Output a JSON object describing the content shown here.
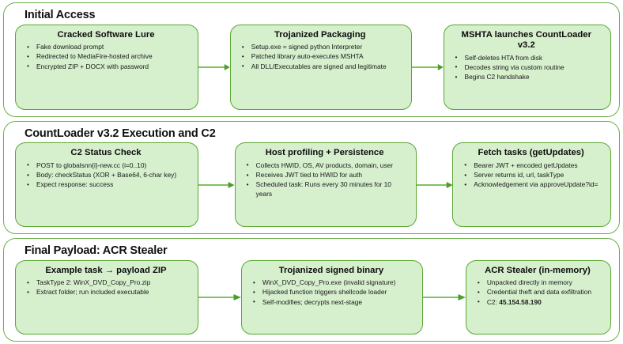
{
  "colors": {
    "node_fill": "#d6efcd",
    "node_border": "#5aa832",
    "section_border": "#6ab04c",
    "text": "#1a1a1a",
    "background": "#ffffff"
  },
  "sections": [
    {
      "title": "Initial Access",
      "nodes": [
        {
          "title": "Cracked Software Lure",
          "bullets": [
            "Fake download prompt",
            "Redirected to MediaFire-hosted archive",
            "Encrypted ZIP + DOCX with password"
          ]
        },
        {
          "title": "Trojanized Packaging",
          "bullets": [
            "Setup.exe = signed python Interpreter",
            "Patched library auto-executes MSHTA",
            "All DLL/Executables are signed and legitimate"
          ]
        },
        {
          "title": "MSHTA launches CountLoader v3.2",
          "bullets": [
            "Self-deletes HTA from disk",
            "Decodes string via custom routine",
            "Begins C2 handshake"
          ]
        }
      ]
    },
    {
      "title": "CountLoader v3.2 Execution and C2",
      "nodes": [
        {
          "title": "C2 Status Check",
          "bullets": [
            "POST to globalsnn{i}-new.cc (i=0..10)",
            "Body: checkStatus (XOR + Base64, 6-char key)",
            "Expect response: success"
          ]
        },
        {
          "title": "Host profiling + Persistence",
          "bullets": [
            "Collects HWID, OS, AV products, domain, user",
            "Receives JWT tied to HWID for auth",
            "Scheduled task: Runs every 30 minutes for 10 years"
          ]
        },
        {
          "title": "Fetch tasks (getUpdates)",
          "bullets": [
            "Bearer JWT + encoded getUpdates",
            "Server returns id, url, taskType",
            "Acknowledgement via approveUpdate?id="
          ]
        }
      ]
    },
    {
      "title": "Final Payload: ACR Stealer",
      "nodes": [
        {
          "title": "Example task → payload ZIP",
          "bullets": [
            "TaskType 2: WinX_DVD_Copy_Pro.zip",
            "Extract folder; run included executable"
          ]
        },
        {
          "title": "Trojanized signed binary",
          "bullets": [
            "WinX_DVD_Copy_Pro.exe (invalid signature)",
            "Hijacked function triggers shellcode loader",
            "Self-modifies; decrypts next-stage"
          ]
        },
        {
          "title": "ACR Stealer (in-memory)",
          "bullets": [
            "Unpacked directly in memory",
            "Credential theft and data exfiltration",
            "C2: <b>45.154.58.190</b>"
          ]
        }
      ]
    }
  ]
}
